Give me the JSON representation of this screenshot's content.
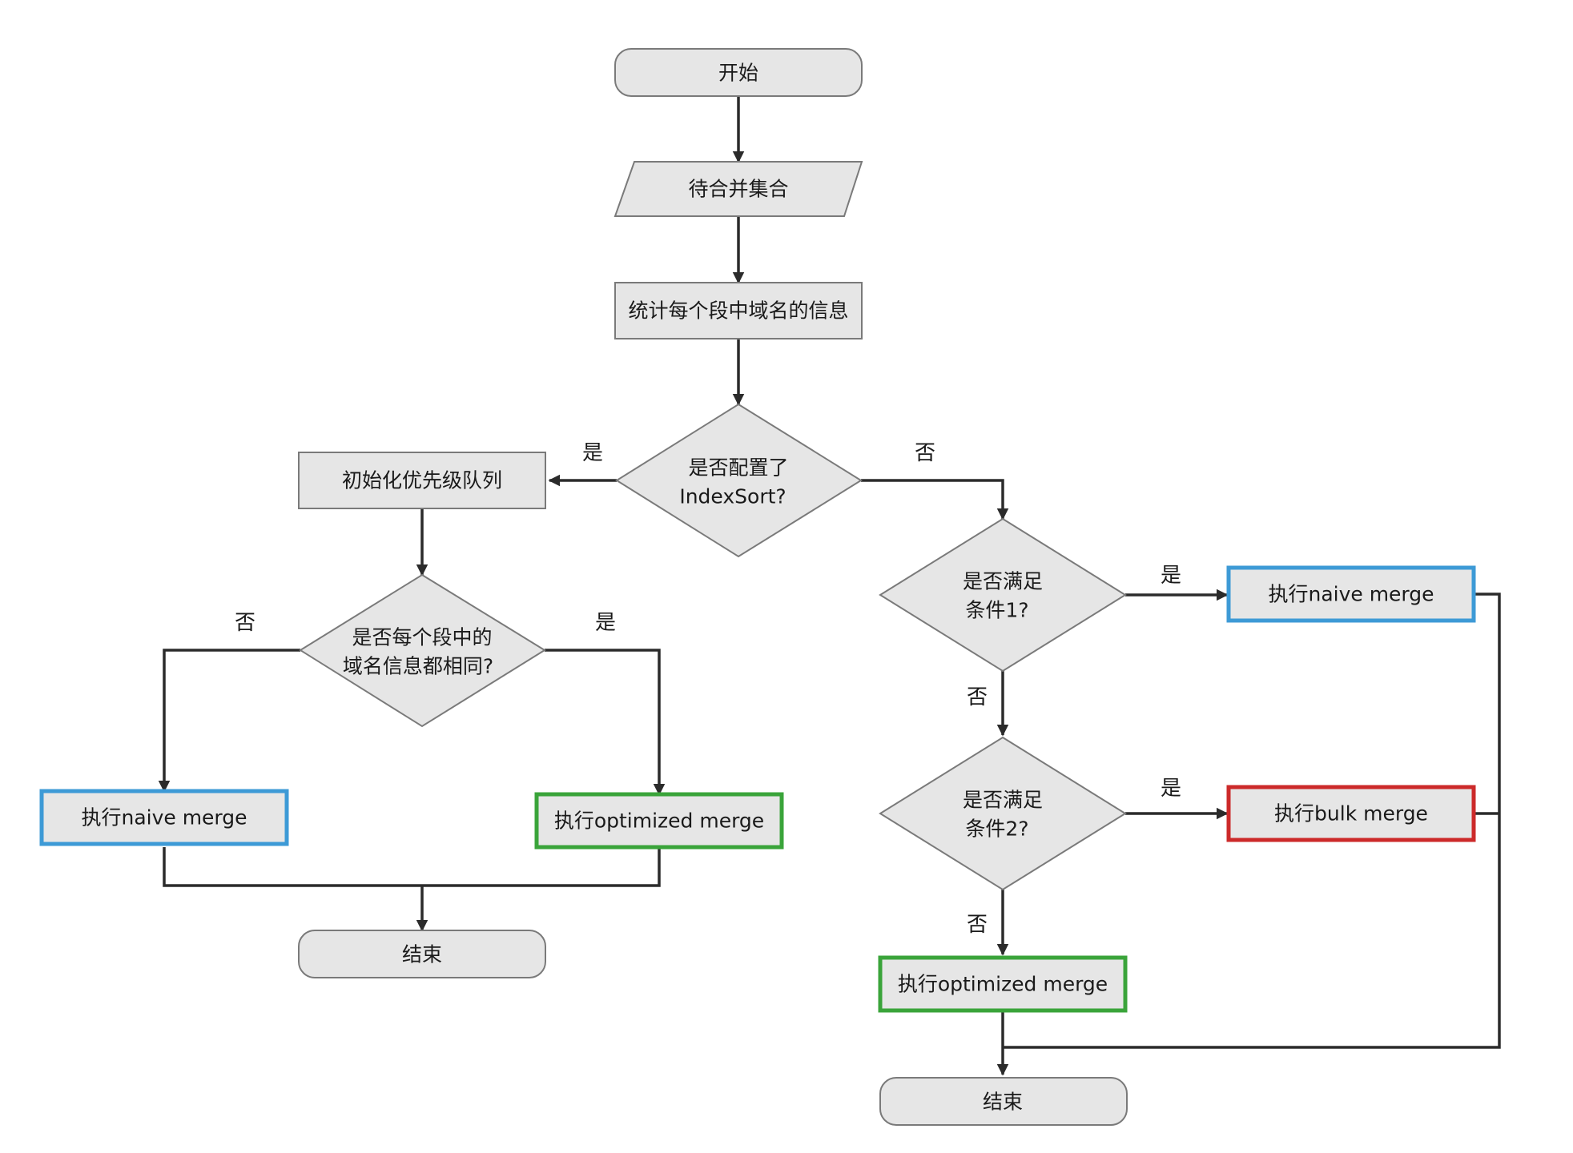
{
  "nodes": {
    "start": "开始",
    "input_set": "待合并集合",
    "stats": "统计每个段中域名的信息",
    "indexsort_q": [
      "是否配置了",
      "IndexSort?"
    ],
    "init_queue": "初始化优先级队列",
    "same_fields_q": [
      "是否每个段中的",
      "域名信息都相同?"
    ],
    "naive_left": "执行naive merge",
    "optimized_left": "执行optimized merge",
    "end_left": "结束",
    "cond1_q": [
      "是否满足",
      "条件1?"
    ],
    "naive_right": "执行naive merge",
    "cond2_q": [
      "是否满足",
      "条件2?"
    ],
    "bulk": "执行bulk merge",
    "optimized_right": "执行optimized merge",
    "end_right": "结束"
  },
  "edge_labels": {
    "indexsort_yes": "是",
    "indexsort_no": "否",
    "same_no": "否",
    "same_yes": "是",
    "cond1_yes": "是",
    "cond1_no": "否",
    "cond2_yes": "是",
    "cond2_no": "否"
  },
  "colors": {
    "node_fill": "#e6e6e6",
    "node_border": "#7a7a7a",
    "edge": "#2b2b2b",
    "naive_highlight": "#3d9ad6",
    "optimized_highlight": "#3aa43a",
    "bulk_highlight": "#cc2a2a"
  }
}
